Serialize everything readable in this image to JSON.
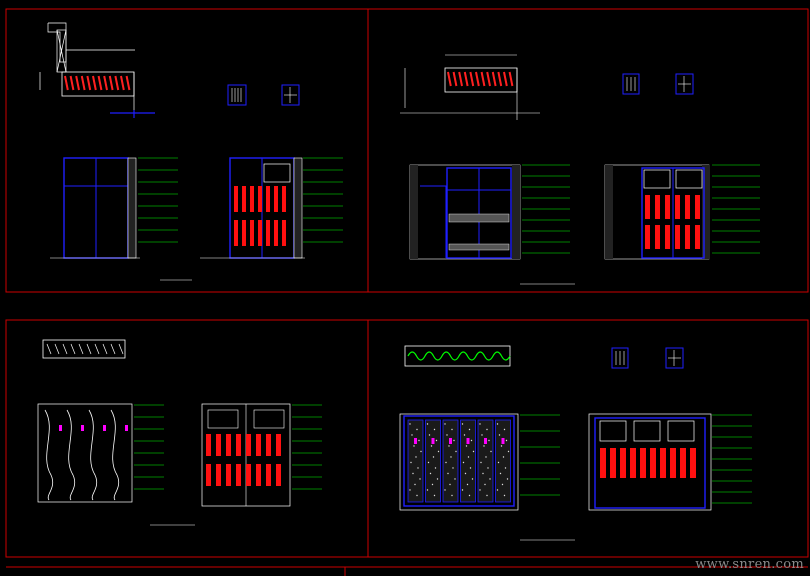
{
  "viewer": {
    "background": "#000000",
    "frame_color": "#cc0000",
    "wardrobe_color": "#1f1fff",
    "fill_color": "#ff1010",
    "annotation_color": "#00ff00",
    "dimension_color": "#ffffff",
    "magenta_color": "#ff00ff"
  },
  "watermark": "www.snren.com",
  "panels": [
    {
      "id": "top-left",
      "title": "—"
    },
    {
      "id": "top-right",
      "title": "—"
    },
    {
      "id": "bottom-left",
      "title": "—"
    },
    {
      "id": "bottom-right",
      "title": "—"
    }
  ]
}
